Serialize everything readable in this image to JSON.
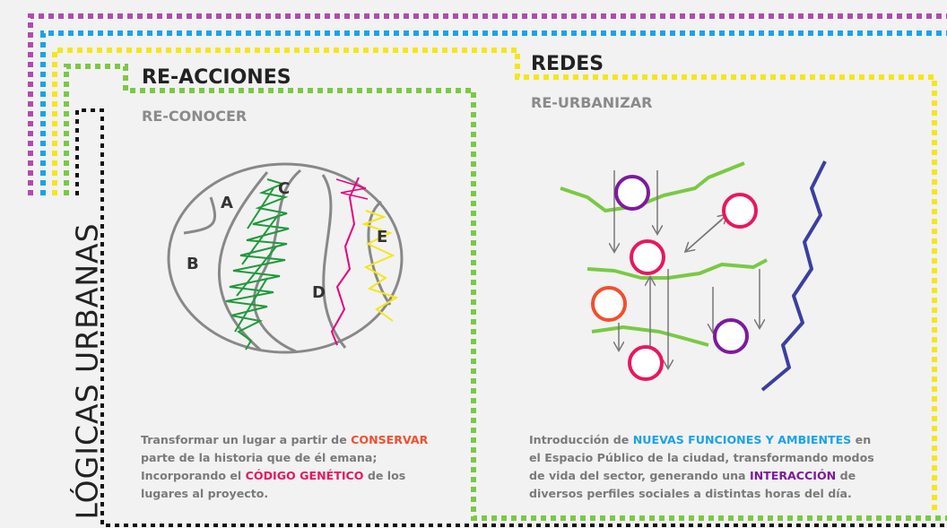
{
  "side_title": "LÓGICAS URBANAS",
  "left_panel": {
    "heading": "RE-ACCIONES",
    "subheading": "RE-CONOCER",
    "region_labels": [
      "A",
      "B",
      "C",
      "D",
      "E"
    ],
    "description": {
      "line1_a": "Transformar un lugar a partir de ",
      "line1_highlight": "CONSERVAR",
      "line2": "parte de  la historia que de él emana;",
      "line3_a": "Incorporando el ",
      "line3_highlight": "CÓDIGO GENÉTICO",
      "line3_b": " de los",
      "line4": "lugares al proyecto."
    }
  },
  "right_panel": {
    "heading": "REDES",
    "subheading": "RE-URBANIZAR",
    "description": {
      "line1_a": "Introducción de ",
      "line1_highlight": "NUEVAS FUNCIONES Y AMBIENTES",
      "line1_b": " en",
      "line2": "el Espacio Público de la ciudad, transformando modos",
      "line3_a": "de vida del sector, generando una ",
      "line3_highlight": "INTERACCIÓN",
      "line3_b": " de",
      "line4": "diversos perfiles sociales a distintas horas del día."
    }
  },
  "colors": {
    "magenta": "#b04bb0",
    "cyan": "#1aa3e8",
    "yellow": "#f5e61a",
    "green": "#7ac943",
    "black": "#111111",
    "gray": "#8a8a8a",
    "orange": "#f0502f",
    "pink": "#e8175d",
    "purple": "#7d1a9c",
    "navy": "#3b3fa0"
  }
}
